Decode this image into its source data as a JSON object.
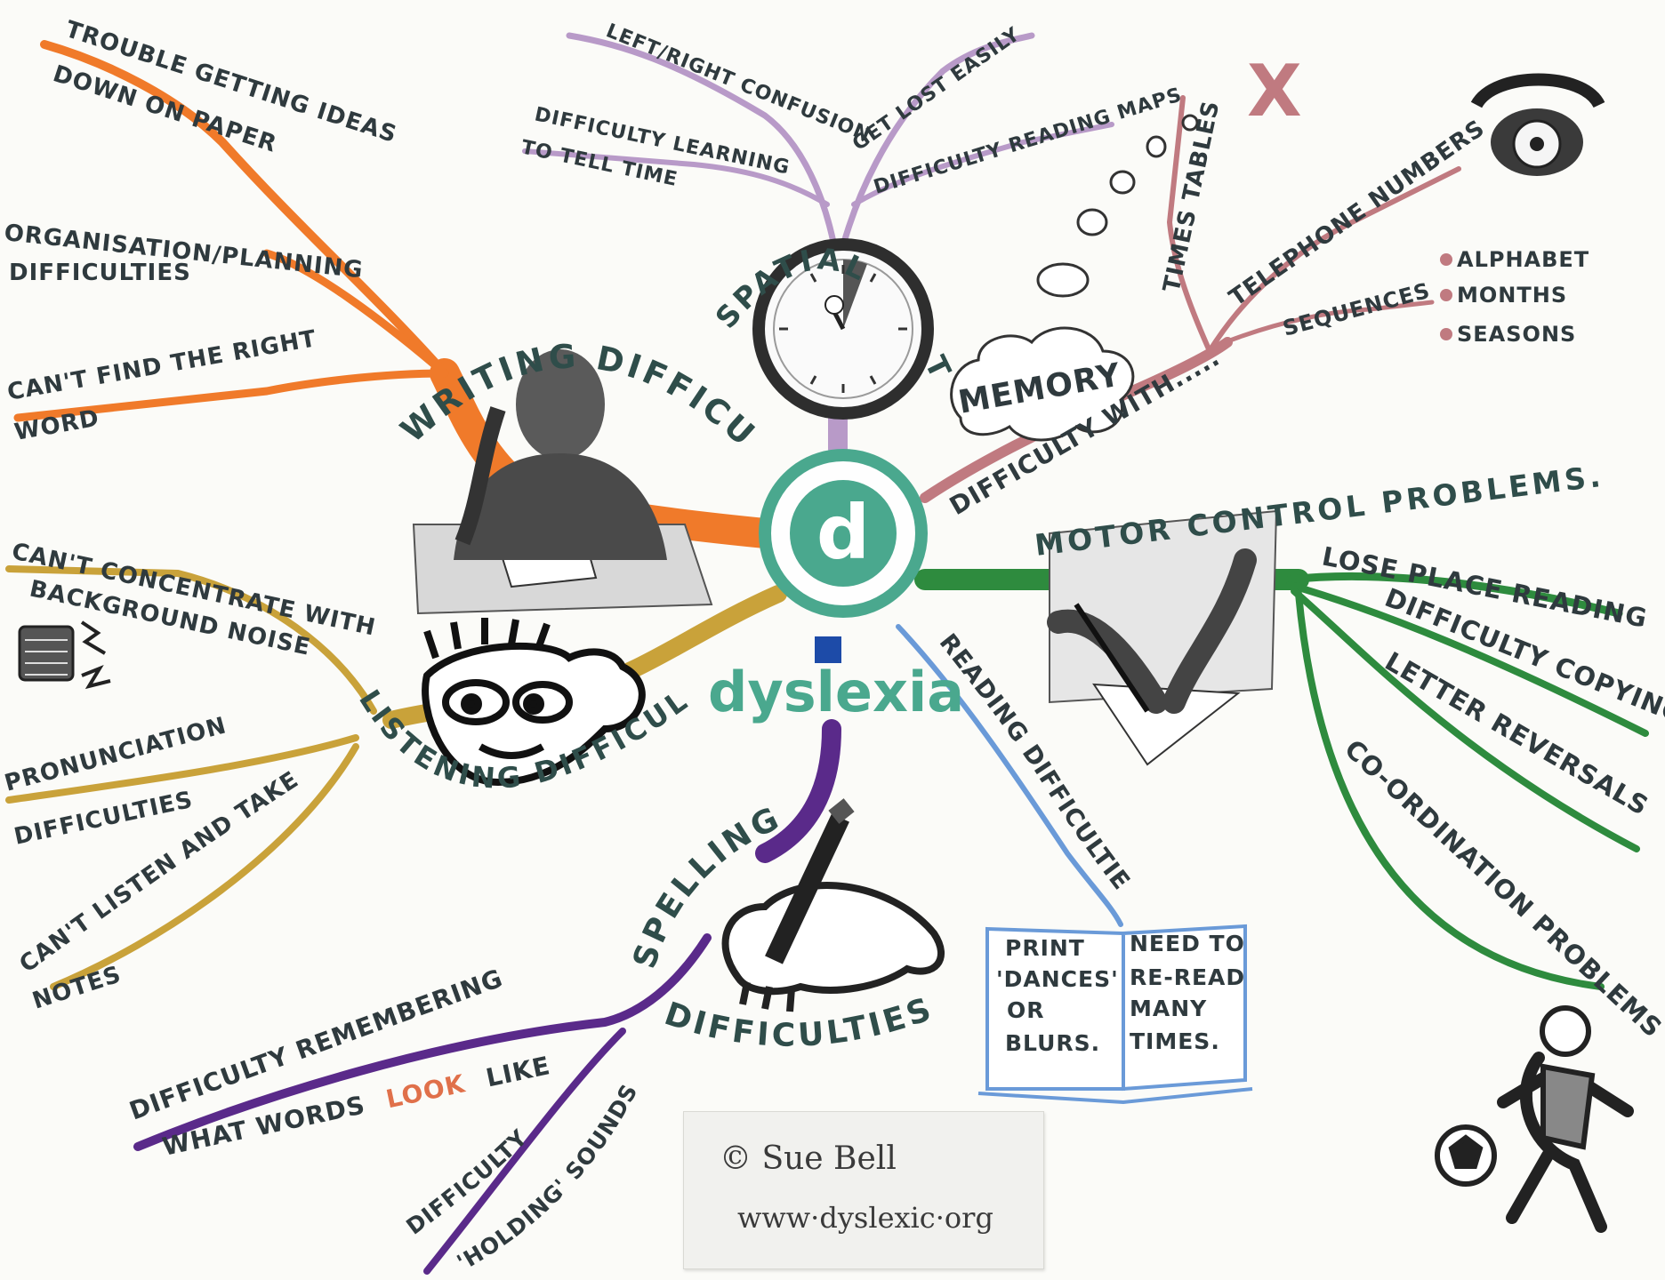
{
  "center": {
    "logo_letter": "d",
    "label": "dyslexia"
  },
  "writing": {
    "title": "WRITING DIFFICULTIES",
    "items": [
      "TROUBLE GETTING IDEAS",
      "DOWN ON PAPER",
      "ORGANISATION/PLANNING",
      "DIFFICULTIES",
      "CAN'T FIND THE RIGHT",
      "WORD"
    ]
  },
  "spatial": {
    "title_left": "SPATIAL",
    "title_right": "TEMPORAL",
    "items": [
      "LEFT/RIGHT CONFUSION",
      "GET LOST EASILY",
      "DIFFICULTY LEARNING",
      "TO TELL TIME",
      "DIFFICULTY READING MAPS"
    ]
  },
  "memory": {
    "title": "MEMORY",
    "branch": "DIFFICULTY WITH.....",
    "items": [
      "TIMES TABLES",
      "TELEPHONE NUMBERS",
      "SEQUENCES"
    ],
    "x_mark": "X",
    "sequences": [
      "ALPHABET",
      "MONTHS",
      "SEASONS"
    ]
  },
  "motor": {
    "title": "MOTOR CONTROL PROBLEMS.",
    "items": [
      "LOSE PLACE READING",
      "DIFFICULTY COPYING",
      "LETTER REVERSALS",
      "CO-ORDINATION PROBLEMS"
    ]
  },
  "reading": {
    "title": "READING DIFFICULTIES",
    "book_left": [
      "PRINT",
      "'DANCES'",
      "OR",
      "BLURS."
    ],
    "book_right": [
      "NEED TO",
      "RE-READ",
      "MANY",
      "TIMES."
    ]
  },
  "spelling": {
    "title_top": "SPELLING",
    "title_bottom": "DIFFICULTIES",
    "items": [
      "DIFFICULTY REMEMBERING",
      "WHAT WORDS",
      "LOOK",
      "LIKE",
      "DIFFICULTY",
      "'HOLDING' SOUNDS"
    ]
  },
  "listening": {
    "title": "LISTENING DIFFICULTIES",
    "items": [
      "CAN'T CONCENTRATE WITH",
      "BACKGROUND NOISE",
      "PRONUNCIATION",
      "DIFFICULTIES",
      "CAN'T LISTEN AND TAKE",
      "NOTES"
    ]
  },
  "credit": {
    "copyright": "© Sue Bell",
    "website": "www·dyslexic·org"
  },
  "colors": {
    "writing": "#f07a2a",
    "spatial": "#b89ac8",
    "memory": "#c07a80",
    "motor": "#2e8b3e",
    "reading": "#6a9ad8",
    "spelling": "#5a2a8a",
    "listening": "#c9a23a",
    "logo": "#4aa88e",
    "look": "#e0704a"
  }
}
